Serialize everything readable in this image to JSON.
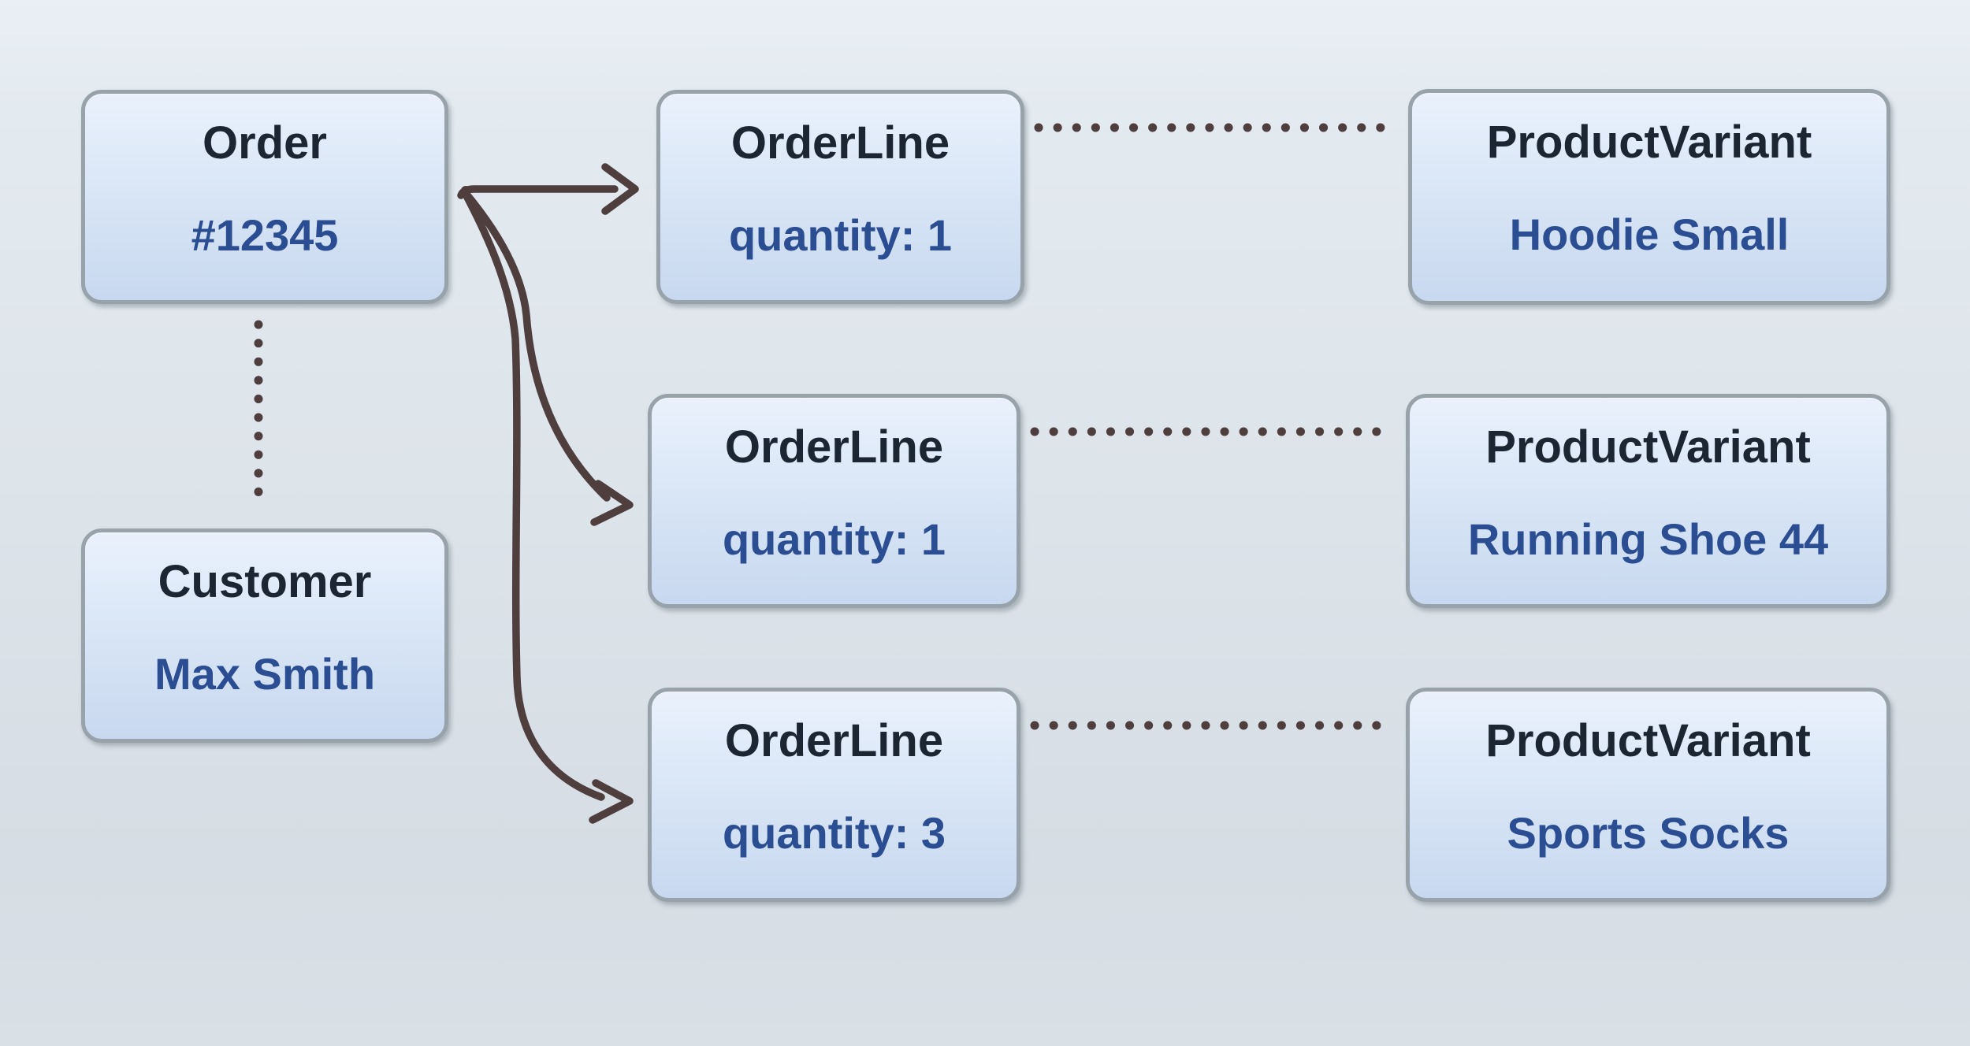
{
  "diagram": {
    "entities": {
      "order": {
        "title": "Order",
        "value": "#12345"
      },
      "customer": {
        "title": "Customer",
        "value": "Max Smith"
      },
      "order_lines": [
        {
          "title": "OrderLine",
          "value": "quantity: 1"
        },
        {
          "title": "OrderLine",
          "value": "quantity: 1"
        },
        {
          "title": "OrderLine",
          "value": "quantity: 3"
        }
      ],
      "product_variants": [
        {
          "title": "ProductVariant",
          "value": "Hoodie Small"
        },
        {
          "title": "ProductVariant",
          "value": "Running Shoe 44"
        },
        {
          "title": "ProductVariant",
          "value": "Sports Socks"
        }
      ]
    },
    "connections": [
      {
        "from": "Order #12345",
        "to": "OrderLine quantity: 1 (top)",
        "style": "solid-arrow"
      },
      {
        "from": "Order #12345",
        "to": "OrderLine quantity: 1 (middle)",
        "style": "solid-arrow"
      },
      {
        "from": "Order #12345",
        "to": "OrderLine quantity: 3 (bottom)",
        "style": "solid-arrow"
      },
      {
        "from": "Order #12345",
        "to": "Customer Max Smith",
        "style": "dotted"
      },
      {
        "from": "OrderLine quantity: 1 (top)",
        "to": "ProductVariant Hoodie Small",
        "style": "dotted"
      },
      {
        "from": "OrderLine quantity: 1 (middle)",
        "to": "ProductVariant Running Shoe 44",
        "style": "dotted"
      },
      {
        "from": "OrderLine quantity: 3 (bottom)",
        "to": "ProductVariant Sports Socks",
        "style": "dotted"
      }
    ],
    "colors": {
      "box_title_text": "#1c2633",
      "box_value_text": "#2b4d92",
      "box_border": "#97a2aa",
      "box_fill_top": "#eaf1fc",
      "box_fill_bottom": "#c8d8ef",
      "connector": "#4f3e3e",
      "background_top": "#e9eff5",
      "background_bottom": "#d9e0e6"
    }
  }
}
